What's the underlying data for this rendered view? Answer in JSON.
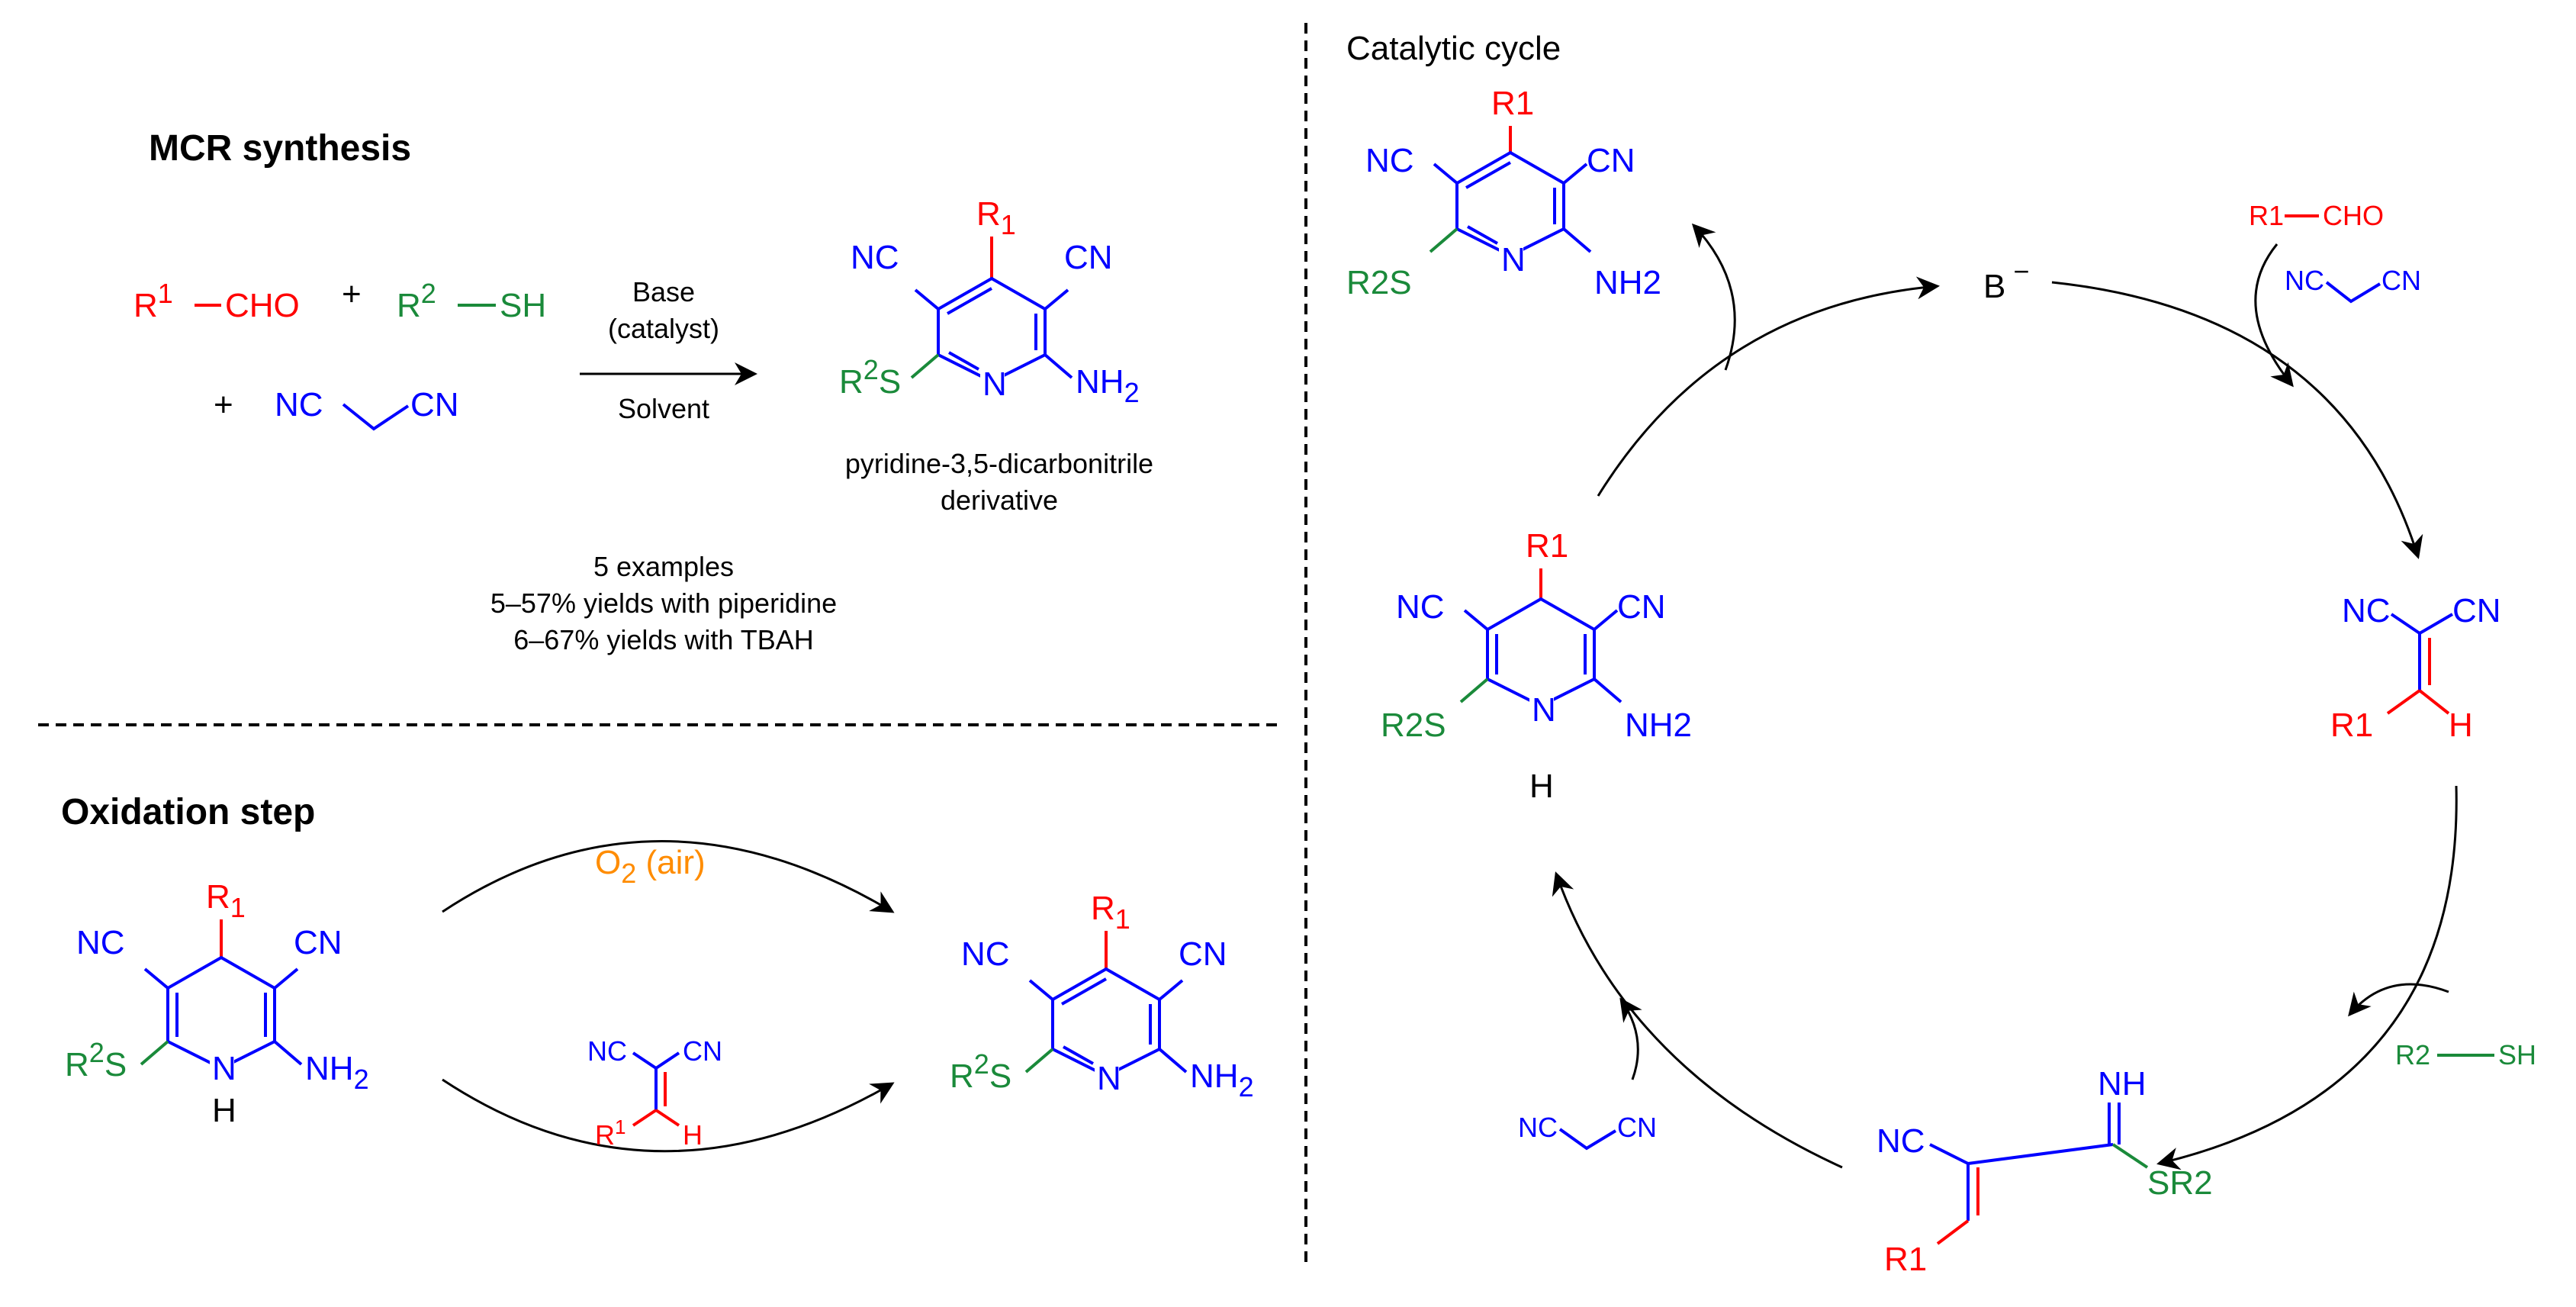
{
  "colors": {
    "red": "#ff0000",
    "green": "#1a8a3a",
    "blue": "#0000ff",
    "orange": "#ff8c00",
    "black": "#000000"
  },
  "panels": {
    "mcr": {
      "title": "MCR synthesis",
      "reactant_aldehyde": {
        "r": "R",
        "sup": "1",
        "bond_group": "CHO"
      },
      "reactant_thiol": {
        "r": "R",
        "sup": "2",
        "bond_group": "SH"
      },
      "reactant_malononitrile": {
        "left": "NC",
        "right": "CN"
      },
      "plus1": "+",
      "plus2": "+",
      "arrow_top_line1": "Base",
      "arrow_top_line2": "(catalyst)",
      "arrow_bottom": "Solvent",
      "product": {
        "r_main": "R",
        "r_sub": "1",
        "nc": "NC",
        "cn": "CN",
        "sr_r": "R",
        "sr_sup": "2",
        "sr_s": "S",
        "n": "N",
        "nh_main": "NH",
        "nh_sub": "2"
      },
      "product_caption_line1": "pyridine-3,5-dicarbonitrile",
      "product_caption_line2": "derivative",
      "results_line1": "5 examples",
      "results_line2": "5–57% yields with piperidine",
      "results_line3": "6–67% yields with TBAH"
    },
    "oxidation": {
      "title": "Oxidation step",
      "reactant": {
        "r_main": "R",
        "r_sub": "1",
        "nc": "NC",
        "cn": "CN",
        "sr_r": "R",
        "sr_sup": "2",
        "sr_s": "S",
        "nh": "N",
        "h": "H",
        "nh2_main": "NH",
        "nh2_sub": "2"
      },
      "oxidant_main": "O",
      "oxidant_sub": "2",
      "oxidant_rest": " (air)",
      "alkene": {
        "nc": "NC",
        "cn": "CN",
        "r_main": "R",
        "r_sup": "1",
        "h": "H"
      },
      "product": {
        "r_main": "R",
        "r_sub": "1",
        "nc": "NC",
        "cn": "CN",
        "sr_r": "R",
        "sr_sup": "2",
        "sr_s": "S",
        "n": "N",
        "nh_main": "NH",
        "nh_sub": "2"
      }
    },
    "cycle": {
      "title": "Catalytic cycle",
      "base": "B",
      "base_charge": "−",
      "in_aldehyde": {
        "r": "R1",
        "cho": "CHO"
      },
      "in_malono_top": {
        "nc": "NC",
        "cn": "CN"
      },
      "knoevenagel": {
        "nc": "NC",
        "cn": "CN",
        "r": "R1",
        "h": "H"
      },
      "in_thiol": {
        "r": "R2",
        "sh": "SH"
      },
      "thioimidate": {
        "nh": "NH",
        "nc": "NC",
        "sr": "SR2",
        "r": "R1"
      },
      "in_malono_bottom": {
        "nc": "NC",
        "cn": "CN"
      },
      "dihydropyridine": {
        "r": "R1",
        "nc": "NC",
        "cn": "CN",
        "sr": "R2S",
        "n": "N",
        "h": "H",
        "nh2": "NH2"
      },
      "pyridine": {
        "r": "R1",
        "nc": "NC",
        "cn": "CN",
        "sr": "R2S",
        "n": "N",
        "nh2": "NH2"
      }
    }
  }
}
